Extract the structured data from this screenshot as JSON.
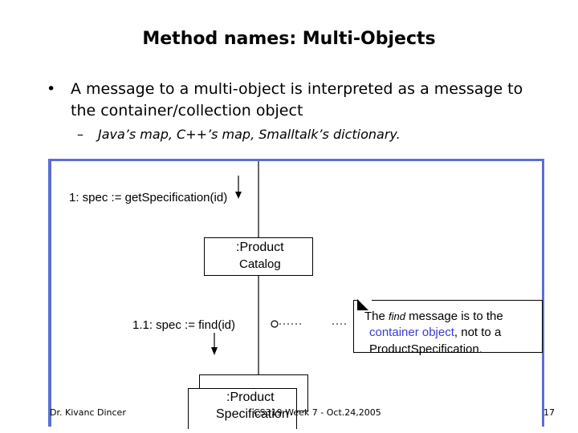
{
  "slide": {
    "title": "Method names: Multi-Objects",
    "bullet": "A message to a multi-object is interpreted as a message to the container/collection object",
    "sub_bullet": "Java’s map, C++’s map, Smalltalk’s dictionary."
  },
  "diagram": {
    "message_1": "1: spec := getSpecification(id)",
    "object_1_line1": ":Product",
    "object_1_line2": "Catalog",
    "message_1_1": "1.1: spec := find(id)",
    "note_part1": "The",
    "note_find": "find",
    "note_part2": "message is to the",
    "note_container": "container object",
    "note_part3": ", not to a",
    "note_line3": "ProductSpecification.",
    "multi_object_line1": ":Product",
    "multi_object_line2": "Specification",
    "accent_color": "#5a6fd1",
    "note_highlight_color": "#3b3bcf"
  },
  "footer": {
    "author": "Dr. Kivanc Dincer",
    "course": "CS319 Week 7 - Oct.24,2005",
    "page": "17"
  }
}
